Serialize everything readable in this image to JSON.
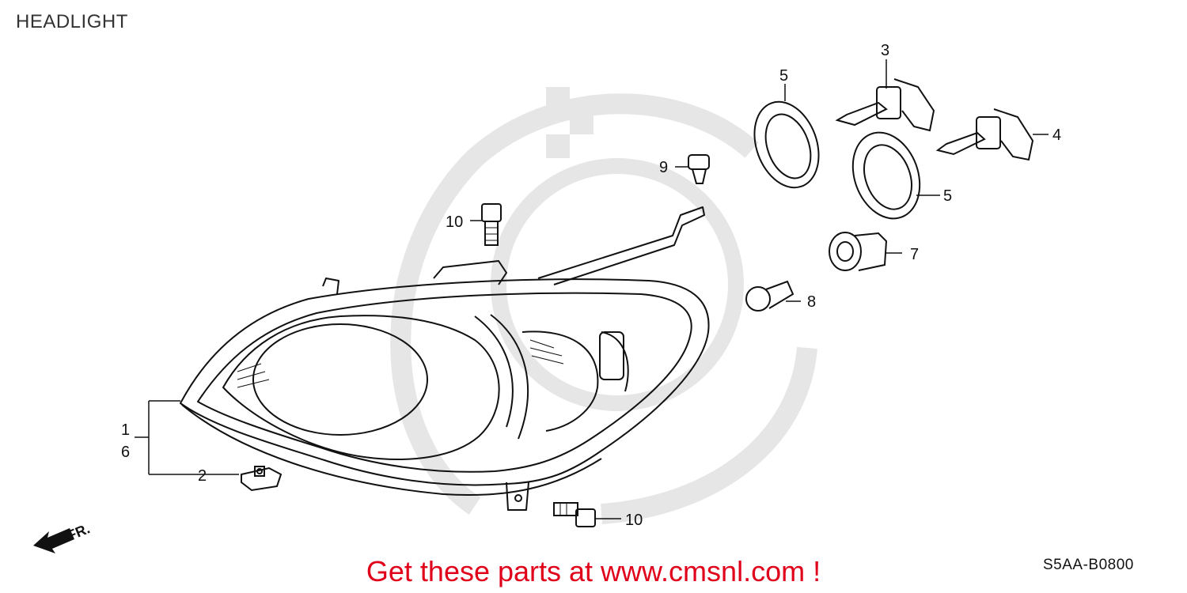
{
  "diagram": {
    "title": "HEADLIGHT",
    "diagram_code": "S5AA-B0800",
    "promo_text": "Get these parts at www.cmsnl.com !",
    "direction_label": "FR.",
    "callouts": [
      {
        "id": "c1",
        "label": "1"
      },
      {
        "id": "c6",
        "label": "6"
      },
      {
        "id": "c2",
        "label": "2"
      },
      {
        "id": "c3",
        "label": "3"
      },
      {
        "id": "c4",
        "label": "4"
      },
      {
        "id": "c5a",
        "label": "5"
      },
      {
        "id": "c5b",
        "label": "5"
      },
      {
        "id": "c7",
        "label": "7"
      },
      {
        "id": "c8",
        "label": "8"
      },
      {
        "id": "c9",
        "label": "9"
      },
      {
        "id": "c10a",
        "label": "10"
      },
      {
        "id": "c10b",
        "label": "10"
      }
    ]
  },
  "colors": {
    "line": "#111111",
    "watermark": "#e4e4e4",
    "promo": "#e0001a"
  }
}
